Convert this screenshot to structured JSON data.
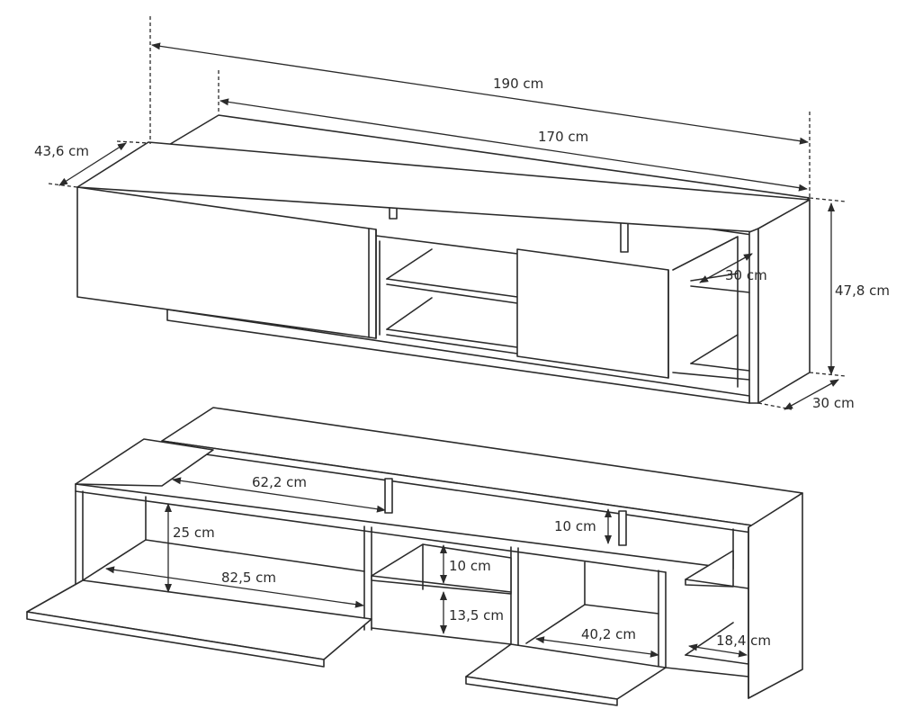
{
  "dimensions": {
    "total_width": "190 cm",
    "top_width": "170 cm",
    "depth_top": "43,6 cm",
    "height": "47,8 cm",
    "depth": "30 cm",
    "shelf_depth": "30 cm",
    "top_opening": "62,2 cm",
    "top_gap": "10 cm",
    "left_compartment_height": "25 cm",
    "left_compartment_width": "82,5 cm",
    "middle_shelf_gap": "10 cm",
    "middle_lower_gap": "13,5 cm",
    "right_compartment_width": "40,2 cm",
    "side_shelf_width": "18,4 cm"
  },
  "colors": {
    "line": "#2b2b2b",
    "background": "#ffffff"
  }
}
